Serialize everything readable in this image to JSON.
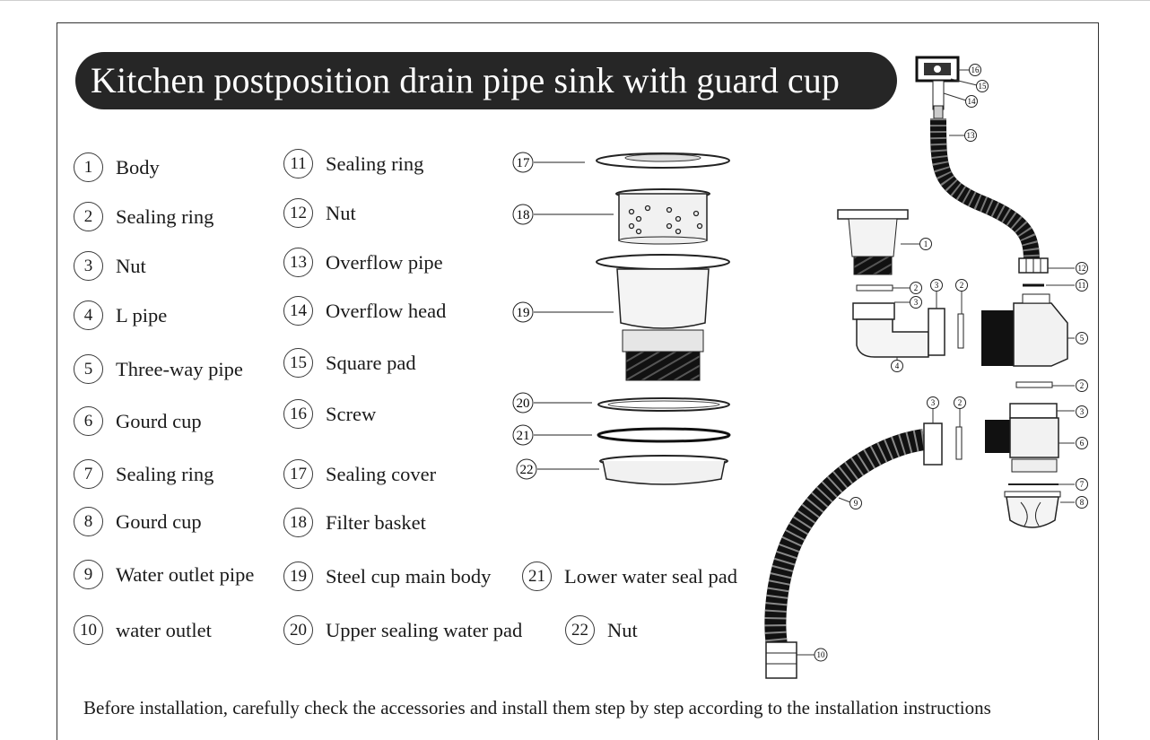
{
  "title": "Kitchen postposition drain pipe sink with guard cup",
  "parts": [
    {
      "n": "1",
      "label": "Body"
    },
    {
      "n": "2",
      "label": "Sealing ring"
    },
    {
      "n": "3",
      "label": "Nut"
    },
    {
      "n": "4",
      "label": "L pipe"
    },
    {
      "n": "5",
      "label": "Three-way pipe"
    },
    {
      "n": "6",
      "label": "Gourd cup"
    },
    {
      "n": "7",
      "label": "Sealing ring"
    },
    {
      "n": "8",
      "label": "Gourd cup"
    },
    {
      "n": "9",
      "label": "Water outlet pipe"
    },
    {
      "n": "10",
      "label": "water outlet"
    },
    {
      "n": "11",
      "label": "Sealing ring"
    },
    {
      "n": "12",
      "label": "Nut"
    },
    {
      "n": "13",
      "label": "Overflow pipe"
    },
    {
      "n": "14",
      "label": "Overflow head"
    },
    {
      "n": "15",
      "label": "Square pad"
    },
    {
      "n": "16",
      "label": "Screw"
    },
    {
      "n": "17",
      "label": "Sealing cover"
    },
    {
      "n": "18",
      "label": "Filter basket"
    },
    {
      "n": "19",
      "label": "Steel cup main body"
    },
    {
      "n": "20",
      "label": "Upper sealing water pad"
    },
    {
      "n": "21",
      "label": "Lower water seal pad"
    },
    {
      "n": "22",
      "label": "Nut"
    }
  ],
  "diagram_callouts": {
    "c1": "1",
    "c2a": "2",
    "c2b": "2",
    "c2c": "2",
    "c2d": "2",
    "c3a": "3",
    "c3b": "3",
    "c3c": "3",
    "c3d": "3",
    "c4": "4",
    "c5": "5",
    "c6": "6",
    "c7": "7",
    "c8": "8",
    "c9": "9",
    "c10": "10",
    "c11": "11",
    "c12": "12",
    "c13": "13",
    "c14": "14",
    "c15": "15",
    "c16": "16",
    "c17": "17",
    "c18": "18",
    "c19": "19",
    "c20": "20",
    "c21": "21",
    "c22": "22"
  },
  "footer": "Before installation, carefully check the accessories and install them step by step according to the installation instructions"
}
